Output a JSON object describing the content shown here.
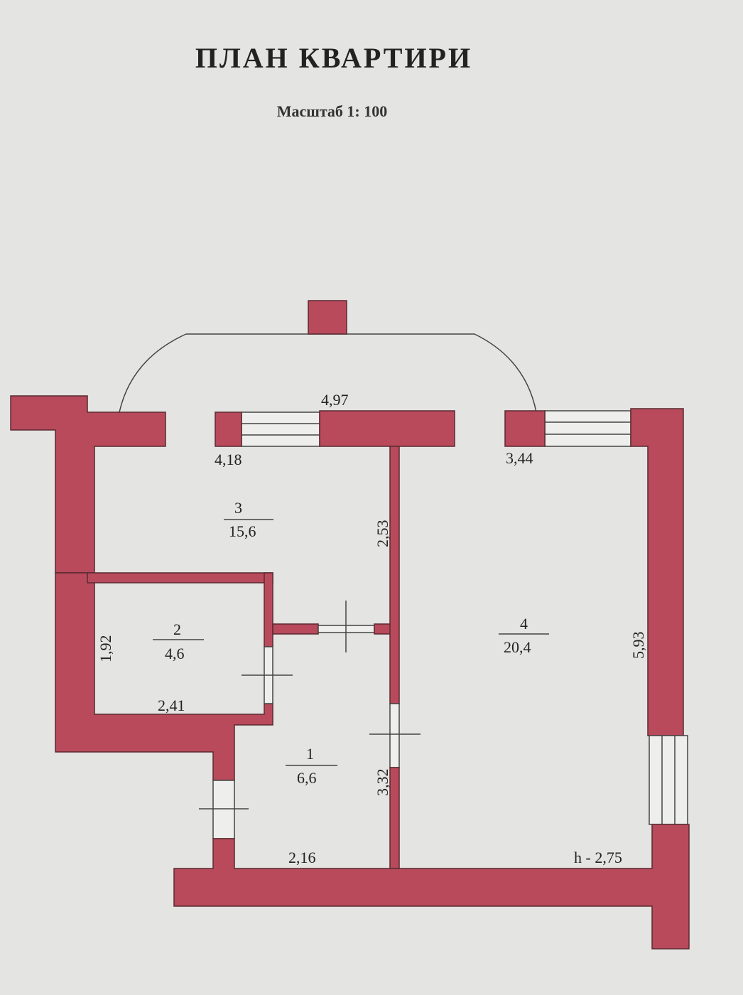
{
  "title": "ПЛАН КВАРТИРИ",
  "scale": "Масштаб 1: 100",
  "rooms": [
    {
      "number": "1",
      "area": "6,6"
    },
    {
      "number": "2",
      "area": "4,6"
    },
    {
      "number": "3",
      "area": "15,6"
    },
    {
      "number": "4",
      "area": "20,4"
    }
  ],
  "dimensions": {
    "balcony": "4,97",
    "room3_width": "4,18",
    "room3_depth": "2,53",
    "room4_width": "3,44",
    "room4_depth": "5,93",
    "room2_height": "1,92",
    "room2_width": "2,41",
    "room1_depth": "3,32",
    "room1_width": "2,16",
    "ceiling_height": "h - 2,75"
  },
  "colors": {
    "wall": "#b84a5c",
    "paper": "#e4e4e2"
  }
}
